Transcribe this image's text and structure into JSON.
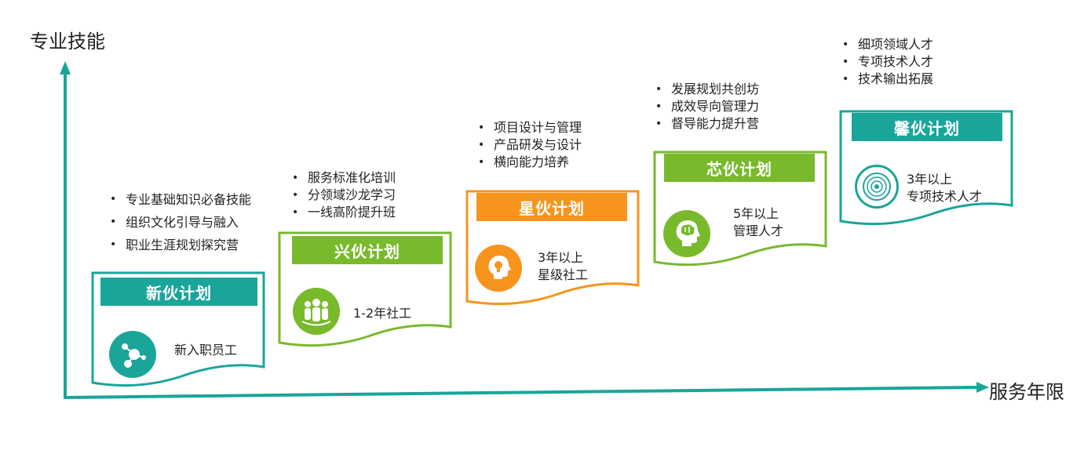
{
  "axes": {
    "y_label": "专业技能",
    "x_label": "服务年限",
    "color": "#1aa59a"
  },
  "plans": [
    {
      "name": "新伙计划",
      "color": "#1aa59a",
      "icon": "molecule-icon",
      "desc": [
        "新入职员工"
      ],
      "bullets": [
        "专业基础知识必备技能",
        "组织文化引导与融入",
        "职业生涯规划探究营"
      ]
    },
    {
      "name": "兴伙计划",
      "color": "#79b92c",
      "icon": "group-people-icon",
      "desc": [
        "1-2年社工"
      ],
      "bullets": [
        "服务标准化培训",
        "分领域沙龙学习",
        "一线高阶提升班"
      ]
    },
    {
      "name": "星伙计划",
      "color": "#f7941d",
      "icon": "lightbulb-head-icon",
      "desc": [
        "3年以上",
        "星级社工"
      ],
      "bullets": [
        "项目设计与管理",
        "产品研发与设计",
        "横向能力培养"
      ]
    },
    {
      "name": "芯伙计划",
      "color": "#79b92c",
      "icon": "brain-head-icon",
      "desc": [
        "5年以上",
        "管理人才"
      ],
      "bullets": [
        "发展规划共创坊",
        "成效导向管理力",
        "督导能力提升营"
      ]
    },
    {
      "name": "馨伙计划",
      "color": "#1aa59a",
      "icon": "disc-icon",
      "desc": [
        "3年以上",
        "专项技术人才"
      ],
      "bullets": [
        "细项领域人才",
        "专项技术人才",
        "技术输出拓展"
      ]
    }
  ]
}
